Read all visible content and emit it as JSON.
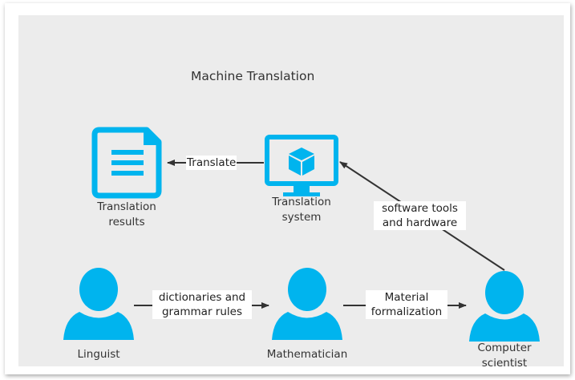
{
  "diagram": {
    "title": "Machine Translation",
    "accent_color": "#00b4ee",
    "nodes": {
      "translation_results": {
        "label_line1": "Translation",
        "label_line2": "results",
        "icon": "document-icon"
      },
      "translation_system": {
        "label_line1": "Translation",
        "label_line2": "system",
        "icon": "monitor-cube-icon"
      },
      "linguist": {
        "label": "Linguist",
        "icon": "person-icon"
      },
      "mathematician": {
        "label": "Mathematician",
        "icon": "person-icon"
      },
      "computer_scientist": {
        "label_line1": "Computer",
        "label_line2": "scientist",
        "icon": "person-icon"
      }
    },
    "edges": {
      "translate": {
        "label": "Translate",
        "from": "Translation system",
        "to": "Translation results"
      },
      "software": {
        "label_line1": "software tools",
        "label_line2": "and hardware",
        "from": "Computer scientist",
        "to": "Translation system"
      },
      "dictionaries": {
        "label_line1": "dictionaries and",
        "label_line2": "grammar rules",
        "from": "Linguist",
        "to": "Mathematician"
      },
      "formalization": {
        "label_line1": "Material",
        "label_line2": "formalization",
        "from": "Mathematician",
        "to": "Computer scientist"
      }
    }
  }
}
